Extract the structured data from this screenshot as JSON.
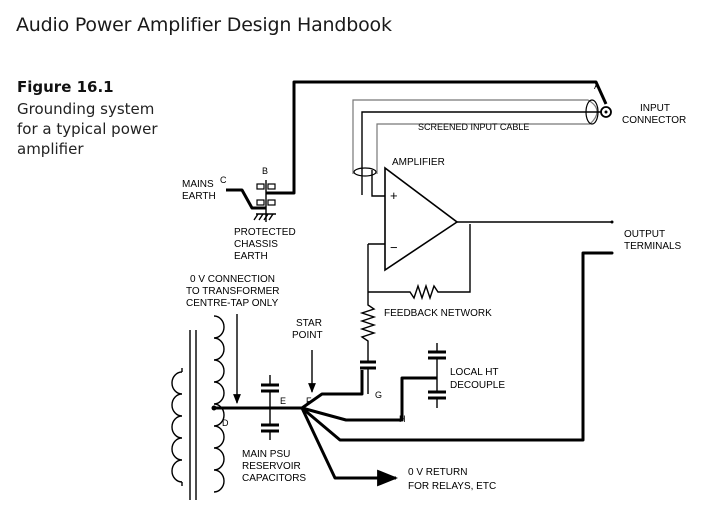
{
  "header": {
    "book_title": "Audio Power Amplifier Design Handbook"
  },
  "figure": {
    "number": "Figure 16.1",
    "caption": "Grounding system for a typical power amplifier"
  },
  "diagram": {
    "labels": {
      "mains_earth_1": "MAINS",
      "mains_earth_2": "EARTH",
      "protected_1": "PROTECTED",
      "protected_2": "CHASSIS",
      "protected_3": "EARTH",
      "zero_v_1": "0 V CONNECTION",
      "zero_v_2": "TO TRANSFORMER",
      "zero_v_3": "CENTRE-TAP ONLY",
      "star_1": "STAR",
      "star_2": "POINT",
      "psu_1": "MAIN PSU",
      "psu_2": "RESERVOIR",
      "psu_3": "CAPACITORS",
      "return_1": "0 V RETURN",
      "return_2": "FOR RELAYS, ETC",
      "amplifier": "AMPLIFIER",
      "plus": "+",
      "minus": "−",
      "feedback": "FEEDBACK NETWORK",
      "local_1": "LOCAL HT",
      "local_2": "DECOUPLE",
      "cable": "SCREENED INPUT CABLE",
      "input_1": "INPUT",
      "input_2": "CONNECTOR",
      "output_1": "OUTPUT",
      "output_2": "TERMINALS"
    },
    "nodes": {
      "a": "A",
      "b": "B",
      "c": "C",
      "d": "D",
      "e": "E",
      "f": "F",
      "g": "G",
      "h": "H"
    }
  }
}
